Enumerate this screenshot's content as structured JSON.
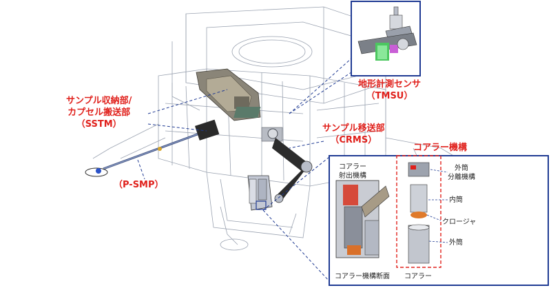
{
  "labels": {
    "sstm": [
      "サンプル収納部/",
      "カプセル搬送部",
      "（SSTM）"
    ],
    "psmp": "（P-SMP）",
    "tmsu": [
      "地形計測センサ",
      "（TMSU）"
    ],
    "crms": [
      "サンプル移送部",
      "（CRMS）"
    ],
    "corer": "コアラー機構"
  },
  "corer_detail": {
    "ejector": [
      "コアラー",
      "射出機構"
    ],
    "outer_sep": [
      "外筒",
      "分離機構"
    ],
    "inner_tube": "内筒",
    "closure": "クロージャ",
    "outer_tube": "外筒",
    "section_caption": "コアラー機構断面",
    "corer_caption": "コアラー"
  },
  "colors": {
    "label_red": "#e0201b",
    "frame_blue": "#1f3a93",
    "leader_blue": "#1f3a93"
  }
}
